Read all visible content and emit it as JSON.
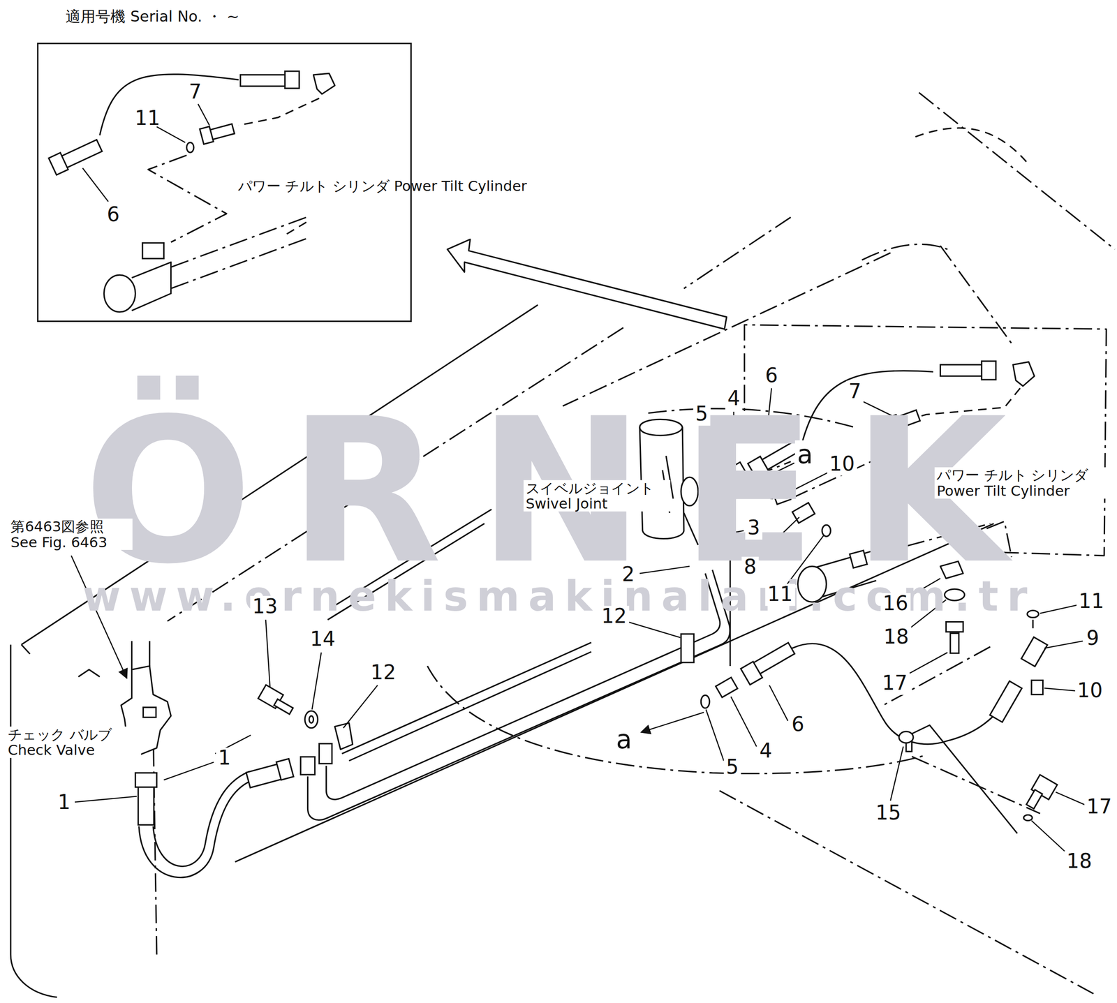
{
  "diagram": {
    "nodes": [
      {
        "text": [
          "適用号機 Serial No. ・ ~",
          "7",
          "11",
          "6",
          "パワー チルト シリンダ Power Tilt Cylinder"
        ]
      }
    ],
    "labels": [
      "6",
      "7",
      "4",
      "5",
      "a",
      "10",
      "スイベルジョイント Swivel Joint",
      "パワー チルト シリンダ Power Tilt Cylinder",
      "3",
      "8",
      "2",
      "11",
      "第6463図参照 See Fig. 6463",
      "13",
      "12",
      "14",
      "12",
      "16",
      "18",
      "11",
      "9",
      "17",
      "10",
      "チェック バルブ Check Valve",
      "1",
      "1",
      "6",
      "a",
      "4",
      "5",
      "15",
      "17",
      "18",
      "ÖRNEK",
      "www.ornekismakinalari.com.tr"
    ]
  }
}
